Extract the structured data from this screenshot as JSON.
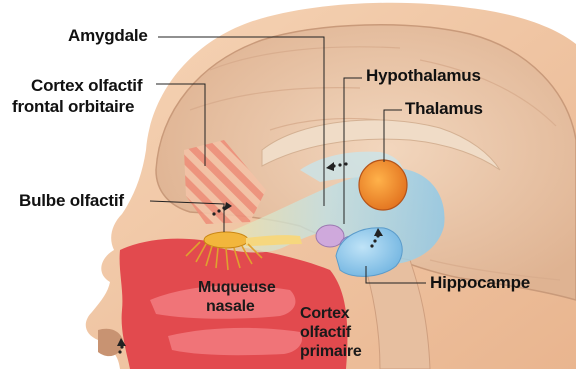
{
  "labels": {
    "amygdale": "Amygdale",
    "cortex_orbitaire_line1": "Cortex olfactif",
    "cortex_orbitaire_line2": "frontal orbitaire",
    "bulbe_olfactif": "Bulbe olfactif",
    "hypothalamus": "Hypothalamus",
    "thalamus": "Thalamus",
    "hippocampe": "Hippocampe",
    "muqueuse_line1": "Muqueuse",
    "muqueuse_line2": "nasale",
    "cortex_primaire_line1": "Cortex",
    "cortex_primaire_line2": "olfactif",
    "cortex_primaire_line3": "primaire"
  },
  "colors": {
    "skin": "#f1c4a0",
    "brain": "#e9c6a8",
    "nasal_mucosa": "#e0393f",
    "bulb": "#f2b63c",
    "thalamus": "#f08a2a",
    "hypothalamus": "#c9a6d8",
    "pathway": "#9fd3e6",
    "hippocampus": "#8fc6ea"
  }
}
